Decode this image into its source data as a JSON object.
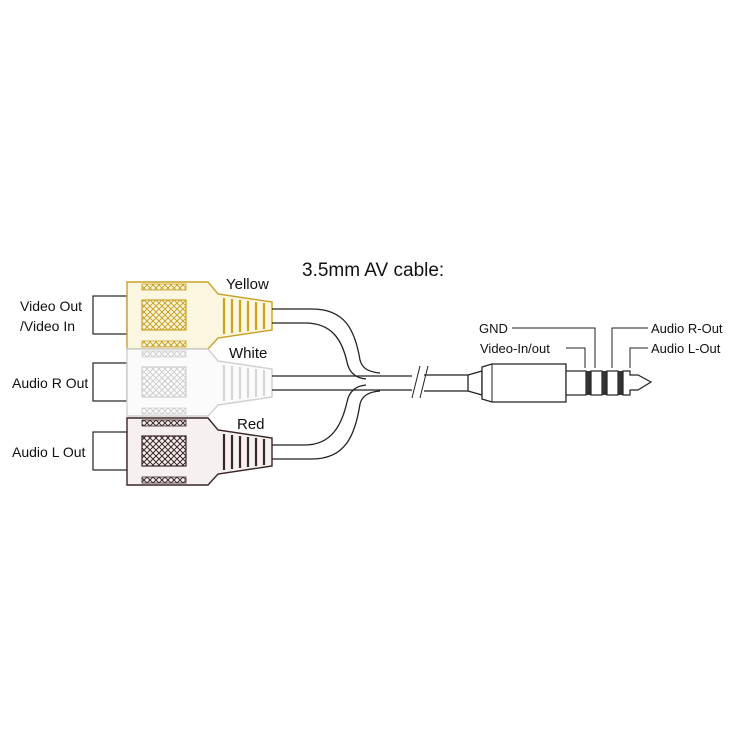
{
  "title": "3.5mm AV  cable:",
  "connectors": [
    {
      "color_name": "Yellow",
      "function_line1": "Video Out",
      "function_line2": "/Video In",
      "body_color": "#c9a227",
      "tint": "#fbf6df"
    },
    {
      "color_name": "White",
      "function_line1": "Audio R Out",
      "function_line2": "",
      "body_color": "#d2d2d2",
      "tint": "#fbfbfb"
    },
    {
      "color_name": "Red",
      "function_line1": "Audio L Out",
      "function_line2": "",
      "body_color": "#3a2626",
      "tint": "#f6f0f0"
    }
  ],
  "plug_labels": {
    "gnd": "GND",
    "video": "Video-In/out",
    "audio_r": "Audio R-Out",
    "audio_l": "Audio L-Out"
  },
  "colors": {
    "line": "#222222",
    "plug_band": "#333333"
  }
}
